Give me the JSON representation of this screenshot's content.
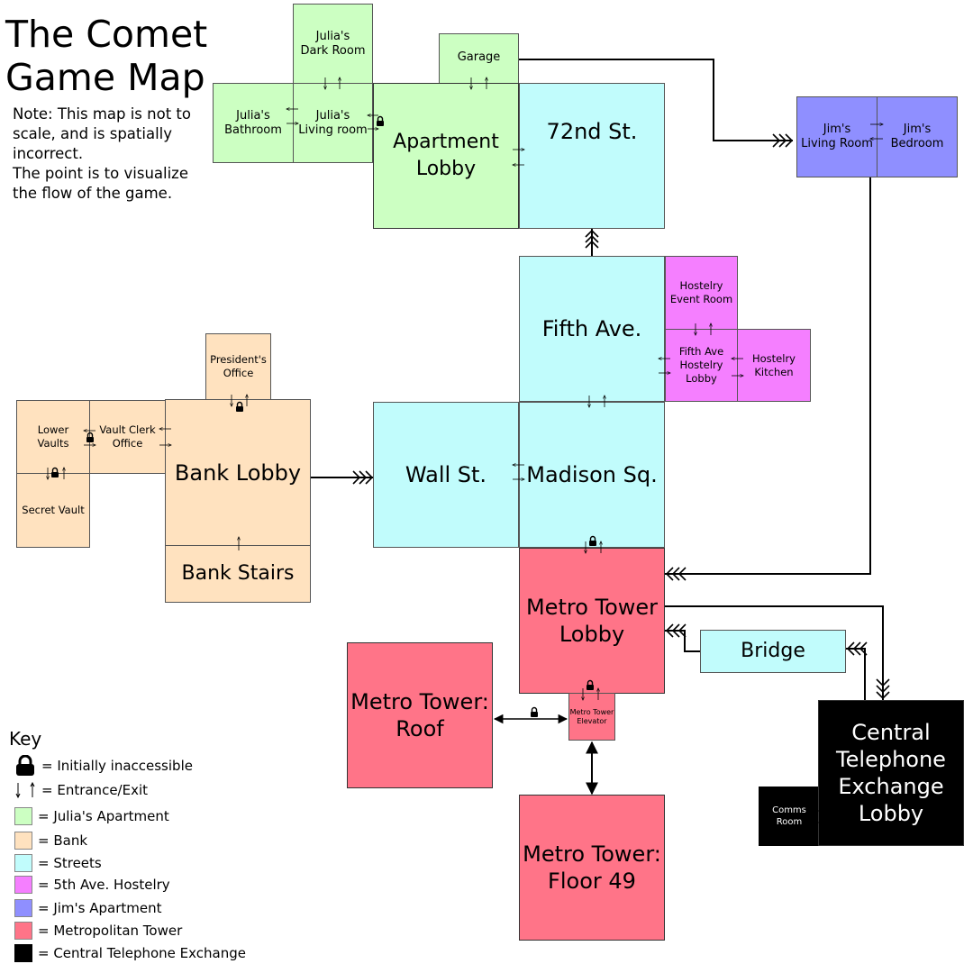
{
  "title_line1": "The Comet",
  "title_line2": "Game Map",
  "note": "Note: This map is not to scale, and is spatially incorrect.\nThe point is to visualize the flow of the game.",
  "rooms": {
    "julias_dark_room": "Julia's\nDark Room",
    "julias_bathroom": "Julia's\nBathroom",
    "julias_living_room": "Julia's\nLiving room",
    "garage": "Garage",
    "apartment_lobby": "Apartment\nLobby",
    "street_72nd": "72nd St.",
    "jims_living_room": "Jim's\nLiving Room",
    "jims_bedroom": "Jim's\nBedroom",
    "fifth_ave": "Fifth Ave.",
    "hostelry_event_room": "Hostelry\nEvent Room",
    "fifth_ave_hostelry_lobby": "Fifth Ave\nHostelry\nLobby",
    "hostelry_kitchen": "Hostelry\nKitchen",
    "presidents_office": "President's\nOffice",
    "lower_vaults": "Lower\nVaults",
    "vault_clerk_office": "Vault Clerk\nOffice",
    "bank_lobby": "Bank Lobby",
    "secret_vault": "Secret Vault",
    "bank_stairs": "Bank Stairs",
    "wall_st": "Wall St.",
    "madison_sq": "Madison Sq.",
    "metro_tower_lobby": "Metro Tower\nLobby",
    "bridge": "Bridge",
    "metro_tower_roof": "Metro Tower:\nRoof",
    "metro_tower_elevator": "Metro Tower\nElevator",
    "metro_tower_floor49": "Metro Tower:\nFloor 49",
    "central_telephone_exchange_lobby": "Central\nTelephone\nExchange\nLobby",
    "comms_room": "Comms\nRoom"
  },
  "key": {
    "title": "Key",
    "items": [
      {
        "label": "= Initially inaccessible",
        "icon": "lock-icon"
      },
      {
        "label": "= Entrance/Exit",
        "icon": "entrance-exit-arrows-icon"
      },
      {
        "label": "= Julia's Apartment",
        "color": "#ccffc2"
      },
      {
        "label": "= Bank",
        "color": "#ffe2bf"
      },
      {
        "label": "= Streets",
        "color": "#c1fcfc"
      },
      {
        "label": "= 5th Ave. Hostelry",
        "color": "#f57fff"
      },
      {
        "label": "= Jim's Apartment",
        "color": "#8f8fff"
      },
      {
        "label": "= Metropolitan Tower",
        "color": "#ff7488"
      },
      {
        "label": "= Central Telephone Exchange",
        "color": "#000000"
      }
    ]
  }
}
